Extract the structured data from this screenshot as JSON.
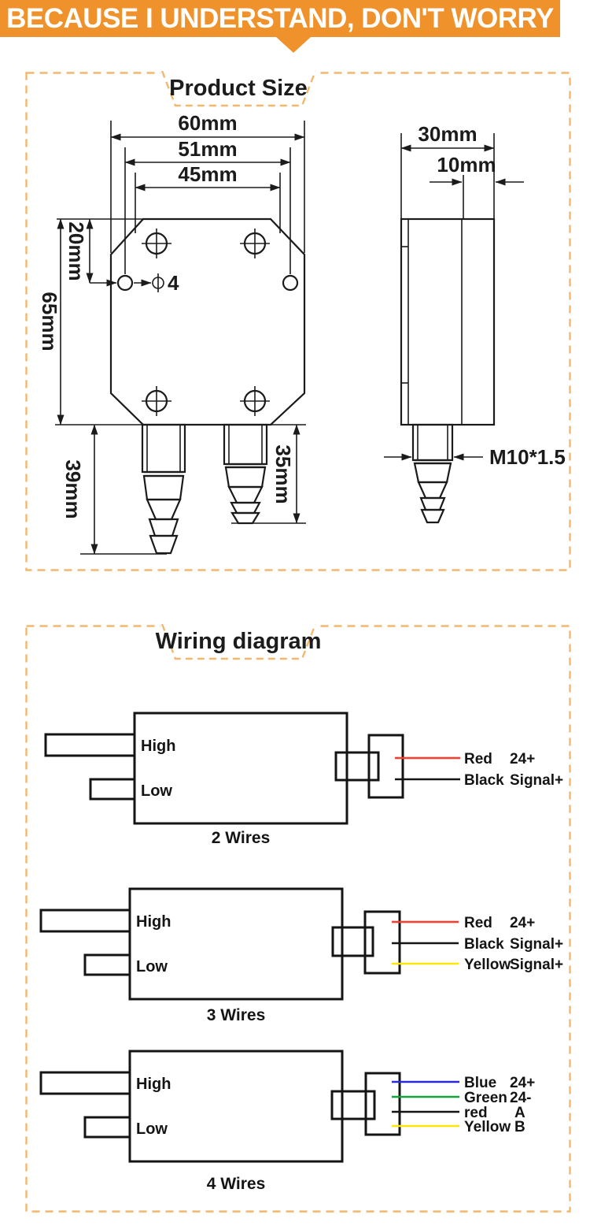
{
  "banner": {
    "title": "BECAUSE I UNDERSTAND, DON'T WORRY"
  },
  "colors": {
    "banner_orange": "#F0922B",
    "dashed_border": "#F3B76E",
    "line": "#1b1b1b",
    "wire_red": "#ff3a2e",
    "wire_black": "#141414",
    "wire_yellow": "#ffe60a",
    "wire_blue": "#2b2bd5",
    "wire_green": "#13a33a"
  },
  "sections": {
    "product_size": {
      "title": "Product Size"
    },
    "wiring": {
      "title": "Wiring diagram"
    }
  },
  "product_drawing": {
    "front": {
      "dim_60": "60mm",
      "dim_51": "51mm",
      "dim_45": "45mm",
      "dim_20": "20mm",
      "dim_65": "65mm",
      "dim_39": "39mm",
      "dim_35": "35mm",
      "hole_label": "4"
    },
    "side": {
      "dim_30": "30mm",
      "dim_10": "10mm",
      "thread_label": "M10*1.5"
    }
  },
  "wiring_diagrams": [
    {
      "caption": "2 Wires",
      "high": "High",
      "low": "Low",
      "wires": [
        {
          "name": "Red",
          "value": "24+",
          "color": "#ff3a2e"
        },
        {
          "name": "Black",
          "value": "Signal+",
          "color": "#141414"
        }
      ]
    },
    {
      "caption": "3 Wires",
      "high": "High",
      "low": "Low",
      "wires": [
        {
          "name": "Red",
          "value": "24+",
          "color": "#ff3a2e"
        },
        {
          "name": "Black",
          "value": "Signal+",
          "color": "#141414"
        },
        {
          "name": "Yellow",
          "value": "Signal+",
          "color": "#ffe60a"
        }
      ]
    },
    {
      "caption": "4 Wires",
      "high": "High",
      "low": "Low",
      "wires": [
        {
          "name": "Blue",
          "value": "24+",
          "color": "#2b2bd5"
        },
        {
          "name": "Green",
          "value": "24-",
          "color": "#13a33a"
        },
        {
          "name": "red",
          "value": "A",
          "color": "#141414"
        },
        {
          "name": "Yellow",
          "value": "B",
          "color": "#ffe60a"
        }
      ]
    }
  ]
}
